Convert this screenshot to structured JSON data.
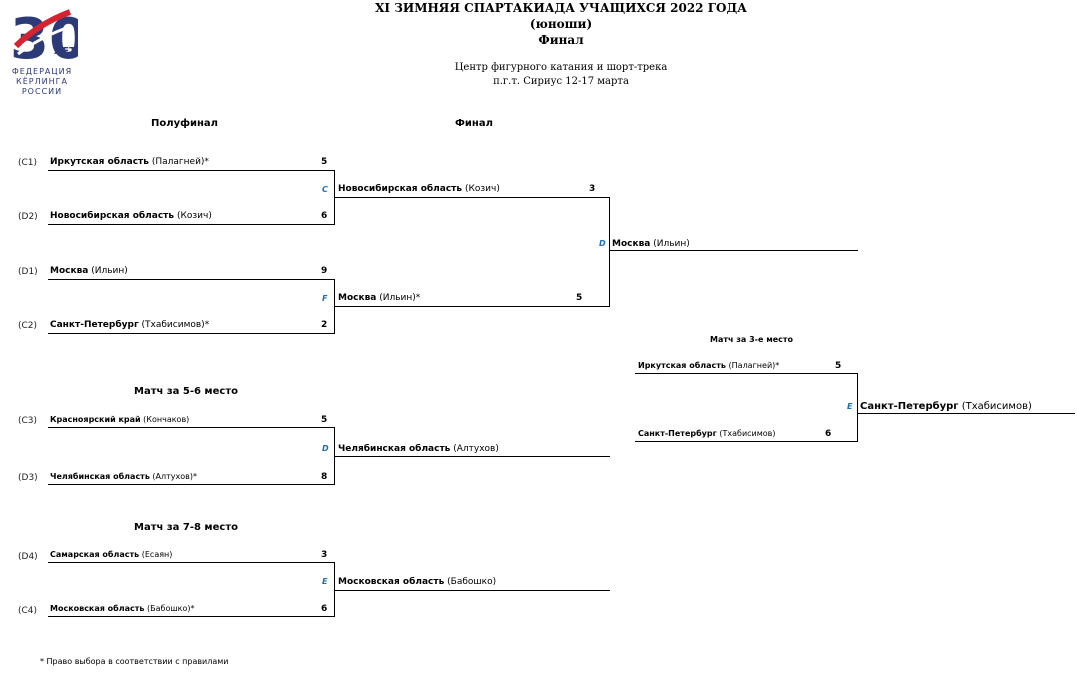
{
  "header": {
    "title1": "XI ЗИМНЯЯ СПАРТАКИАДА УЧАЩИХСЯ 2022 ГОДА",
    "title2": "(юноши)",
    "title3": "Финал",
    "venue": "Центр фигурного катания и шорт-трека",
    "place_dates": "п.г.т. Сириус 12-17 марта"
  },
  "logo": {
    "number": "30",
    "years": "ЛЕТ",
    "line1": "ФЕДЕРАЦИЯ",
    "line2": "КЁРЛИНГА",
    "line3": "РОССИИ",
    "colors": [
      "#d7232f",
      "#2d3a78"
    ]
  },
  "sections": {
    "semifinal": "Полуфинал",
    "final": "Финал",
    "third": "Матч за 3-е место",
    "fifth": "Матч за 5-6 место",
    "seventh": "Матч за 7-8 место"
  },
  "semifinals": [
    {
      "seed": "(C1)",
      "team": "Иркутская область",
      "skip": "(Палагней)*",
      "score": "5"
    },
    {
      "seed": "(D2)",
      "team": "Новосибирская область",
      "skip": "(Козич)",
      "score": "6"
    },
    {
      "seed": "(D1)",
      "team": "Москва",
      "skip": "(Ильин)",
      "score": "9"
    },
    {
      "seed": "(C2)",
      "team": "Санкт-Петербург",
      "skip": "(Тхабисимов)*",
      "score": "2"
    }
  ],
  "semi_sheets": [
    "C",
    "F"
  ],
  "finalists": [
    {
      "team": "Новосибирская область",
      "skip": "(Козич)",
      "score": "3"
    },
    {
      "team": "Москва",
      "skip": "(Ильин)*",
      "score": "5"
    }
  ],
  "final_sheet": "D",
  "champion": {
    "team": "Москва",
    "skip": "(Ильин)"
  },
  "third_place": {
    "teams": [
      {
        "team": "Иркутская область",
        "skip": "(Палагней)*",
        "score": "5"
      },
      {
        "team": "Санкт-Петербург",
        "skip": "(Тхабисимов)",
        "score": "6"
      }
    ],
    "sheet": "E",
    "winner": {
      "team": "Санкт-Петербург",
      "skip": "(Тхабисимов)"
    }
  },
  "fifth_place": {
    "teams": [
      {
        "seed": "(C3)",
        "team": "Красноярский край",
        "skip": "(Кончаков)",
        "score": "5"
      },
      {
        "seed": "(D3)",
        "team": "Челябинская область",
        "skip": "(Алтухов)*",
        "score": "8"
      }
    ],
    "sheet": "D",
    "winner": {
      "team": "Челябинская область",
      "skip": "(Алтухов)"
    }
  },
  "seventh_place": {
    "teams": [
      {
        "seed": "(D4)",
        "team": "Самарская область",
        "skip": "(Есаян)",
        "score": "3"
      },
      {
        "seed": "(C4)",
        "team": "Московская область",
        "skip": "(Бабошко)*",
        "score": "6"
      }
    ],
    "sheet": "E",
    "winner": {
      "team": "Московская область",
      "skip": "(Бабошко)"
    }
  },
  "footnote": "*  Право выбора в соответствии с правилами"
}
